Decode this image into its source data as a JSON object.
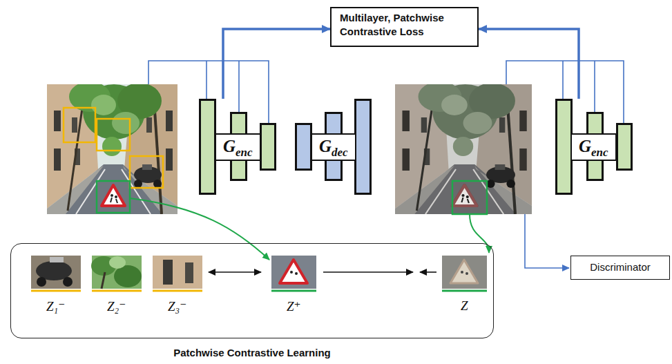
{
  "diagram": {
    "nodes": [
      {
        "text": [
          "Multilayer, Patchwise Contrastive Loss"
        ]
      },
      {
        "text": [
          "G",
          "enc"
        ]
      },
      {
        "text": [
          "G",
          "dec"
        ]
      },
      {
        "text": [
          "G",
          "enc"
        ]
      },
      {
        "text": [
          "Discriminator"
        ]
      },
      {
        "text": [
          "Patchwise Contrastive Learning"
        ]
      }
    ],
    "edges": [
      {
        "from": 1,
        "to": 0,
        "arrow": "to"
      },
      {
        "from": 3,
        "to": 0,
        "arrow": "to"
      }
    ],
    "labels": [
      "Z₁⁻",
      "Z₂⁻",
      "Z₃⁻",
      "Z⁺",
      "Z"
    ]
  }
}
